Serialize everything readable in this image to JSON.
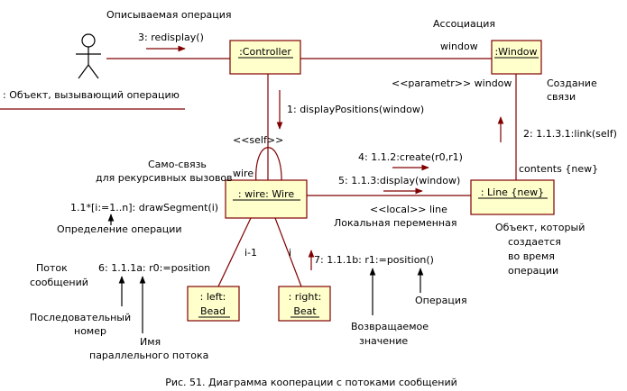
{
  "objects": {
    "controller": ":Controller",
    "window": ":Window",
    "wire": ": wire: Wire",
    "line": ": Line {new}",
    "left_l1": ": left:",
    "left_l2": "Bead",
    "right_l1": ": right:",
    "right_l2": "Beat"
  },
  "actor_label": ": Объект, вызывающий операцию",
  "annotations": {
    "described_op": "Описываемая операция",
    "association": "Ассоциация",
    "window_role": "window",
    "param": "<<parametr>> window",
    "creation_l1": "Создание",
    "creation_l2": "связи",
    "self": "<<self>>",
    "self_link_l1": "Само-связь",
    "self_link_l2": "для рекурсивных вызовов",
    "wire_role": "wire",
    "contents": "contents {new}",
    "local": "<<local>> line",
    "local_var": "Локальная переменная",
    "new_obj_l1": "Объект, который",
    "new_obj_l2": "создается",
    "new_obj_l3": "во время",
    "new_obj_l4": "операции",
    "op_def": "Определение операции",
    "flow_l1": "Поток",
    "flow_l2": "сообщений",
    "seq_l1": "Последовательный",
    "seq_l2": "номер",
    "thread_l1": "Имя",
    "thread_l2": "параллельного потока",
    "ret_l1": "Возвращаемое",
    "ret_l2": "значение",
    "operation": "Операция",
    "i_minus_1": "i-1",
    "i": "i"
  },
  "messages": {
    "m3": "3: redisplay()",
    "m1": "1: displayPositions(window)",
    "m2": "2: 1.1.3.1:link(self)",
    "m4": "4: 1.1.2:create(r0,r1)",
    "m5": "5: 1.1.3:display(window)",
    "m11": "1.1*[i:=1..n]: drawSegment(i)",
    "m6": "6: 1.1.1a: r0:=position",
    "m7": "7: 1.1.1b: r1:=position()"
  },
  "caption": "Рис. 51. Диаграмма кооперации с потоками сообщений"
}
